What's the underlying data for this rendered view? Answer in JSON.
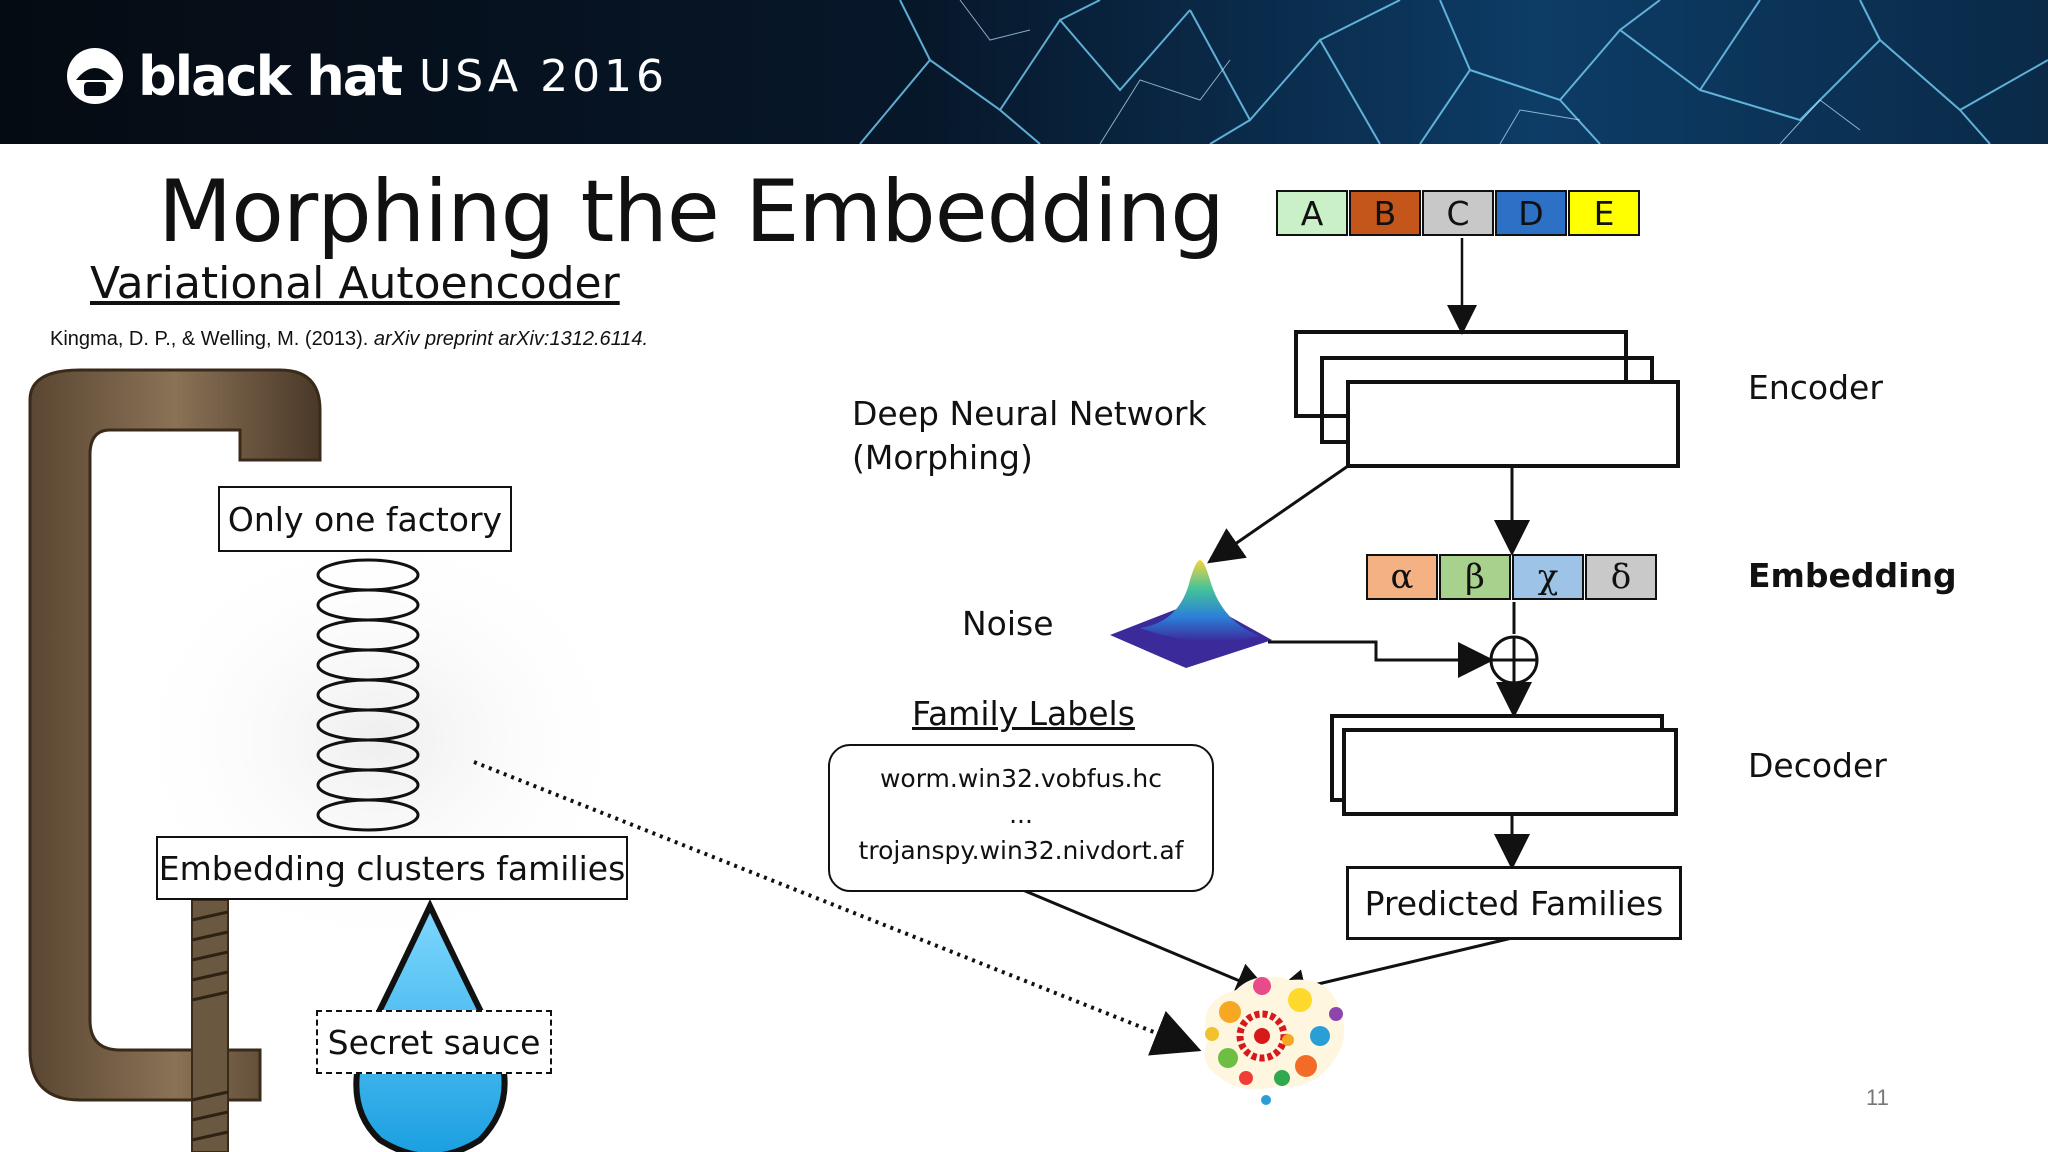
{
  "header": {
    "brand": "black hat",
    "event": "USA 2016"
  },
  "slide": {
    "title": "Morphing the Embedding",
    "subtitle": "Variational Autoencoder",
    "citation": {
      "authors": "Kingma, D. P., & Welling, M. (2013).",
      "source": "arXiv preprint arXiv:1312.6114."
    },
    "page_number": "11"
  },
  "clamp_metaphor": {
    "factory_label": "Only one factory",
    "clusters_label": "Embedding  clusters families",
    "sauce_label": "Secret sauce"
  },
  "diagram": {
    "input_cells": [
      {
        "label": "A",
        "color": "#c9f0c7"
      },
      {
        "label": "B",
        "color": "#c4561c"
      },
      {
        "label": "C",
        "color": "#c8c8c8"
      },
      {
        "label": "D",
        "color": "#2c71c6"
      },
      {
        "label": "E",
        "color": "#ffff00"
      }
    ],
    "encoder_label": "Encoder",
    "dnn_label_line1": "Deep Neural Network",
    "dnn_label_line2": "(Morphing)",
    "embedding_label": "Embedding",
    "embedding_cells": [
      {
        "label": "α",
        "color": "#f4b183"
      },
      {
        "label": "β",
        "color": "#a9d18e"
      },
      {
        "label": "χ",
        "color": "#9dc3e6"
      },
      {
        "label": "δ",
        "color": "#c9c9c9"
      }
    ],
    "noise_label": "Noise",
    "family_labels_title": "Family Labels",
    "family_labels": [
      "worm.win32.vobfus.hc",
      "...",
      "trojanspy.win32.nivdort.af"
    ],
    "decoder_label": "Decoder",
    "predicted_label": "Predicted Families"
  }
}
